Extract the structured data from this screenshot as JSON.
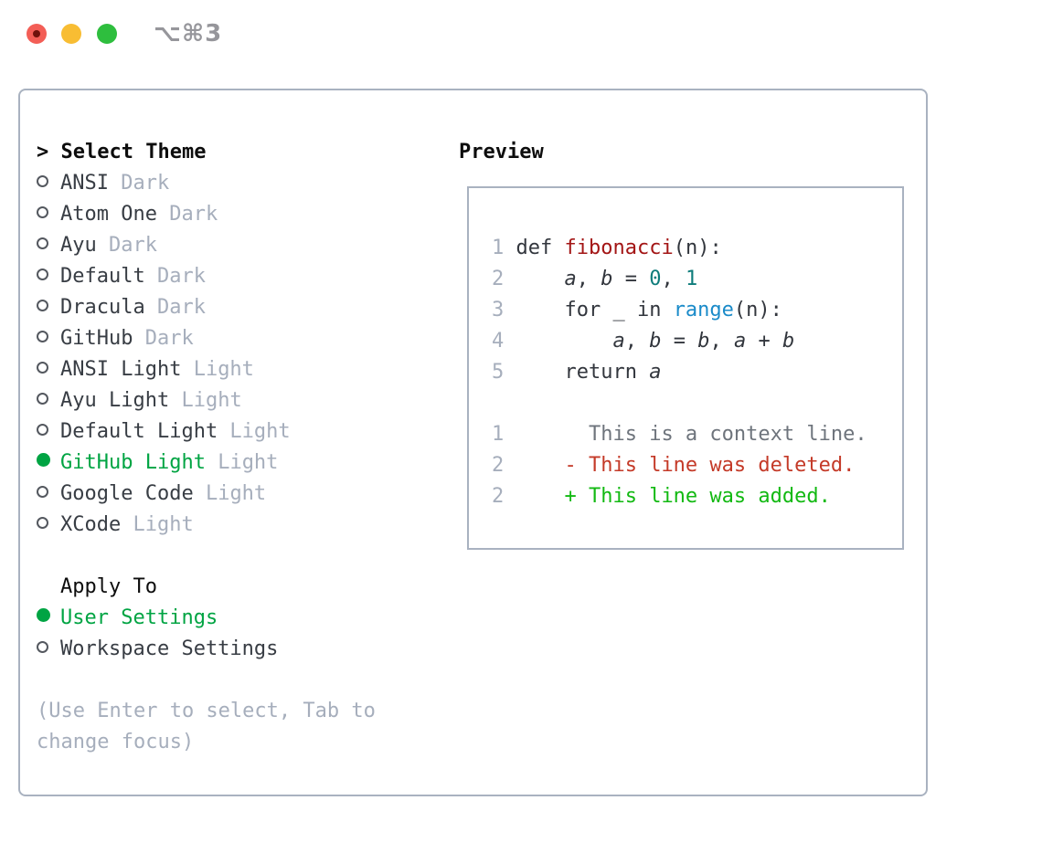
{
  "window": {
    "title": "⌥⌘3",
    "traffic_lights": [
      "close",
      "minimize",
      "zoom"
    ]
  },
  "colors": {
    "accent_green": "#00a443",
    "added_green": "#12b912",
    "deleted_red": "#c43a28",
    "function_red": "#a31515",
    "builtin_blue": "#1b8bc9",
    "number_teal": "#0e7c7b",
    "muted_gray": "#a6aebc",
    "border_gray": "#a9b2c0"
  },
  "theme_panel": {
    "header_prefix": "> ",
    "header": "Select Theme",
    "themes": [
      {
        "name": "ANSI",
        "variant": "Dark",
        "selected": false
      },
      {
        "name": "Atom One",
        "variant": "Dark",
        "selected": false
      },
      {
        "name": "Ayu",
        "variant": "Dark",
        "selected": false
      },
      {
        "name": "Default",
        "variant": "Dark",
        "selected": false
      },
      {
        "name": "Dracula",
        "variant": "Dark",
        "selected": false
      },
      {
        "name": "GitHub",
        "variant": "Dark",
        "selected": false
      },
      {
        "name": "ANSI Light",
        "variant": "Light",
        "selected": false
      },
      {
        "name": "Ayu Light",
        "variant": "Light",
        "selected": false
      },
      {
        "name": "Default Light",
        "variant": "Light",
        "selected": false
      },
      {
        "name": "GitHub Light",
        "variant": "Light",
        "selected": true
      },
      {
        "name": "Google Code",
        "variant": "Light",
        "selected": false
      },
      {
        "name": "XCode",
        "variant": "Light",
        "selected": false
      }
    ],
    "apply_to": {
      "header": "Apply To",
      "options": [
        {
          "label": "User Settings",
          "selected": true
        },
        {
          "label": "Workspace Settings",
          "selected": false
        }
      ]
    },
    "hint": "(Use Enter to select, Tab to change focus)"
  },
  "preview": {
    "header": "Preview",
    "code_lines": [
      {
        "num": "1",
        "segments": [
          {
            "t": "def ",
            "c": "plain"
          },
          {
            "t": "fibonacci",
            "c": "func"
          },
          {
            "t": "(n):",
            "c": "plain"
          }
        ]
      },
      {
        "num": "2",
        "segments": [
          {
            "t": "    ",
            "c": "plain"
          },
          {
            "t": "a",
            "c": "var"
          },
          {
            "t": ", ",
            "c": "plain"
          },
          {
            "t": "b",
            "c": "var"
          },
          {
            "t": " = ",
            "c": "plain"
          },
          {
            "t": "0",
            "c": "number"
          },
          {
            "t": ", ",
            "c": "plain"
          },
          {
            "t": "1",
            "c": "number"
          }
        ]
      },
      {
        "num": "3",
        "segments": [
          {
            "t": "    for _ in ",
            "c": "plain"
          },
          {
            "t": "range",
            "c": "builtin"
          },
          {
            "t": "(n):",
            "c": "plain"
          }
        ]
      },
      {
        "num": "4",
        "segments": [
          {
            "t": "        ",
            "c": "plain"
          },
          {
            "t": "a",
            "c": "var"
          },
          {
            "t": ", ",
            "c": "plain"
          },
          {
            "t": "b",
            "c": "var"
          },
          {
            "t": " = ",
            "c": "plain"
          },
          {
            "t": "b",
            "c": "var"
          },
          {
            "t": ", ",
            "c": "plain"
          },
          {
            "t": "a",
            "c": "var"
          },
          {
            "t": " + ",
            "c": "plain"
          },
          {
            "t": "b",
            "c": "var"
          }
        ]
      },
      {
        "num": "5",
        "segments": [
          {
            "t": "    return ",
            "c": "plain"
          },
          {
            "t": "a",
            "c": "var"
          }
        ]
      }
    ],
    "diff_lines": [
      {
        "num": "1",
        "segments": [
          {
            "t": "      This is a context line.",
            "c": "context"
          }
        ]
      },
      {
        "num": "2",
        "segments": [
          {
            "t": "    - This line was deleted.",
            "c": "deleted"
          }
        ]
      },
      {
        "num": "2",
        "segments": [
          {
            "t": "    + This line was added.",
            "c": "added"
          }
        ]
      }
    ]
  }
}
